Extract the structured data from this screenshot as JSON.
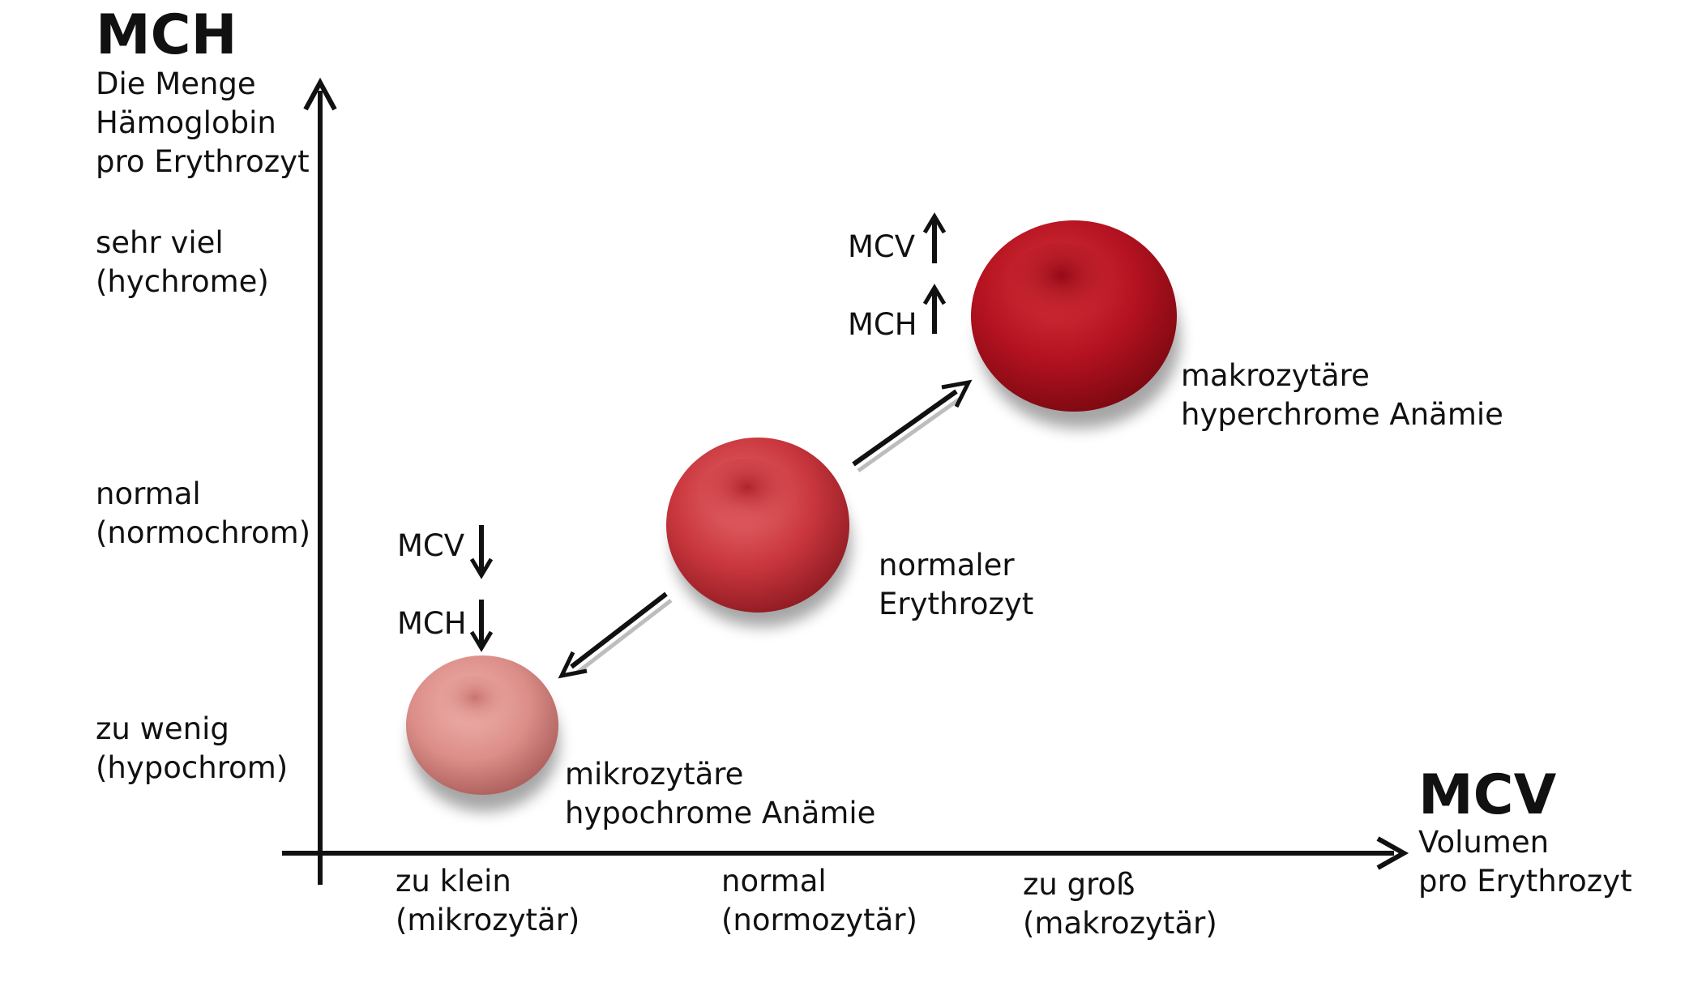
{
  "y_axis": {
    "title": "MCH",
    "subtitle": [
      "Die Menge",
      "Hämoglobin",
      "pro Erythrozyt"
    ],
    "levels": [
      {
        "line1": "sehr viel",
        "line2": "(hychrome)"
      },
      {
        "line1": "normal",
        "line2": "(normochrom)"
      },
      {
        "line1": "zu wenig",
        "line2": "(hypochrom)"
      }
    ]
  },
  "x_axis": {
    "title": "MCV",
    "subtitle": [
      "Volumen",
      "pro Erythrozyt"
    ],
    "levels": [
      {
        "line1": "zu klein",
        "line2": "(mikrozytär)"
      },
      {
        "line1": "normal",
        "line2": "(normozytär)"
      },
      {
        "line1": "zu groß",
        "line2": "(makrozytär)"
      }
    ]
  },
  "cells": {
    "micro": {
      "line1": "mikrozytäre",
      "line2": "hypochrome Anämie",
      "color": "#d98a86"
    },
    "normal": {
      "line1": "normaler",
      "line2": "Erythrozyt",
      "color": "#c4323a"
    },
    "macro": {
      "line1": "makrozytäre",
      "line2": "hyperchrome Anämie",
      "color": "#b5101e"
    }
  },
  "indicators": {
    "micro": [
      {
        "label": "MCV",
        "direction": "down"
      },
      {
        "label": "MCH",
        "direction": "down"
      }
    ],
    "macro": [
      {
        "label": "MCV",
        "direction": "up"
      },
      {
        "label": "MCH",
        "direction": "up"
      }
    ]
  }
}
